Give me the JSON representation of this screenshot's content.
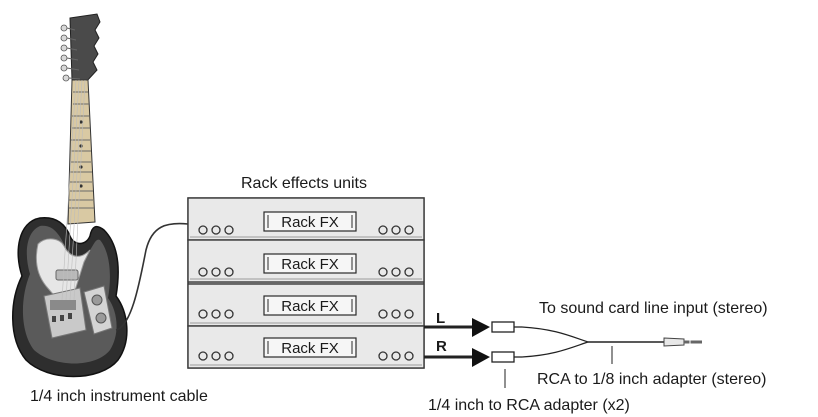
{
  "diagram": {
    "labels": {
      "rack_title": "Rack effects units",
      "instrument_cable": "1/4 inch instrument cable",
      "sound_card": "To sound card line input (stereo)",
      "rca_adapter_stereo": "RCA to 1/8 inch adapter (stereo)",
      "quarter_to_rca": "1/4 inch to RCA adapter (x2)",
      "left_channel": "L",
      "right_channel": "R"
    },
    "rack_units": [
      {
        "label": "Rack FX"
      },
      {
        "label": "Rack FX"
      },
      {
        "label": "Rack FX"
      },
      {
        "label": "Rack FX"
      }
    ],
    "colors": {
      "rack_face": "#e9e9e9",
      "rack_edge": "#3a3a3a",
      "guitar_body": "#2e2e2e",
      "pickguard": "#e6e6e6",
      "neck": "#d9c9a3",
      "cable": "#333333"
    },
    "icons": [
      "electric-guitar-icon",
      "rack-unit-icon",
      "plug-icon"
    ]
  }
}
